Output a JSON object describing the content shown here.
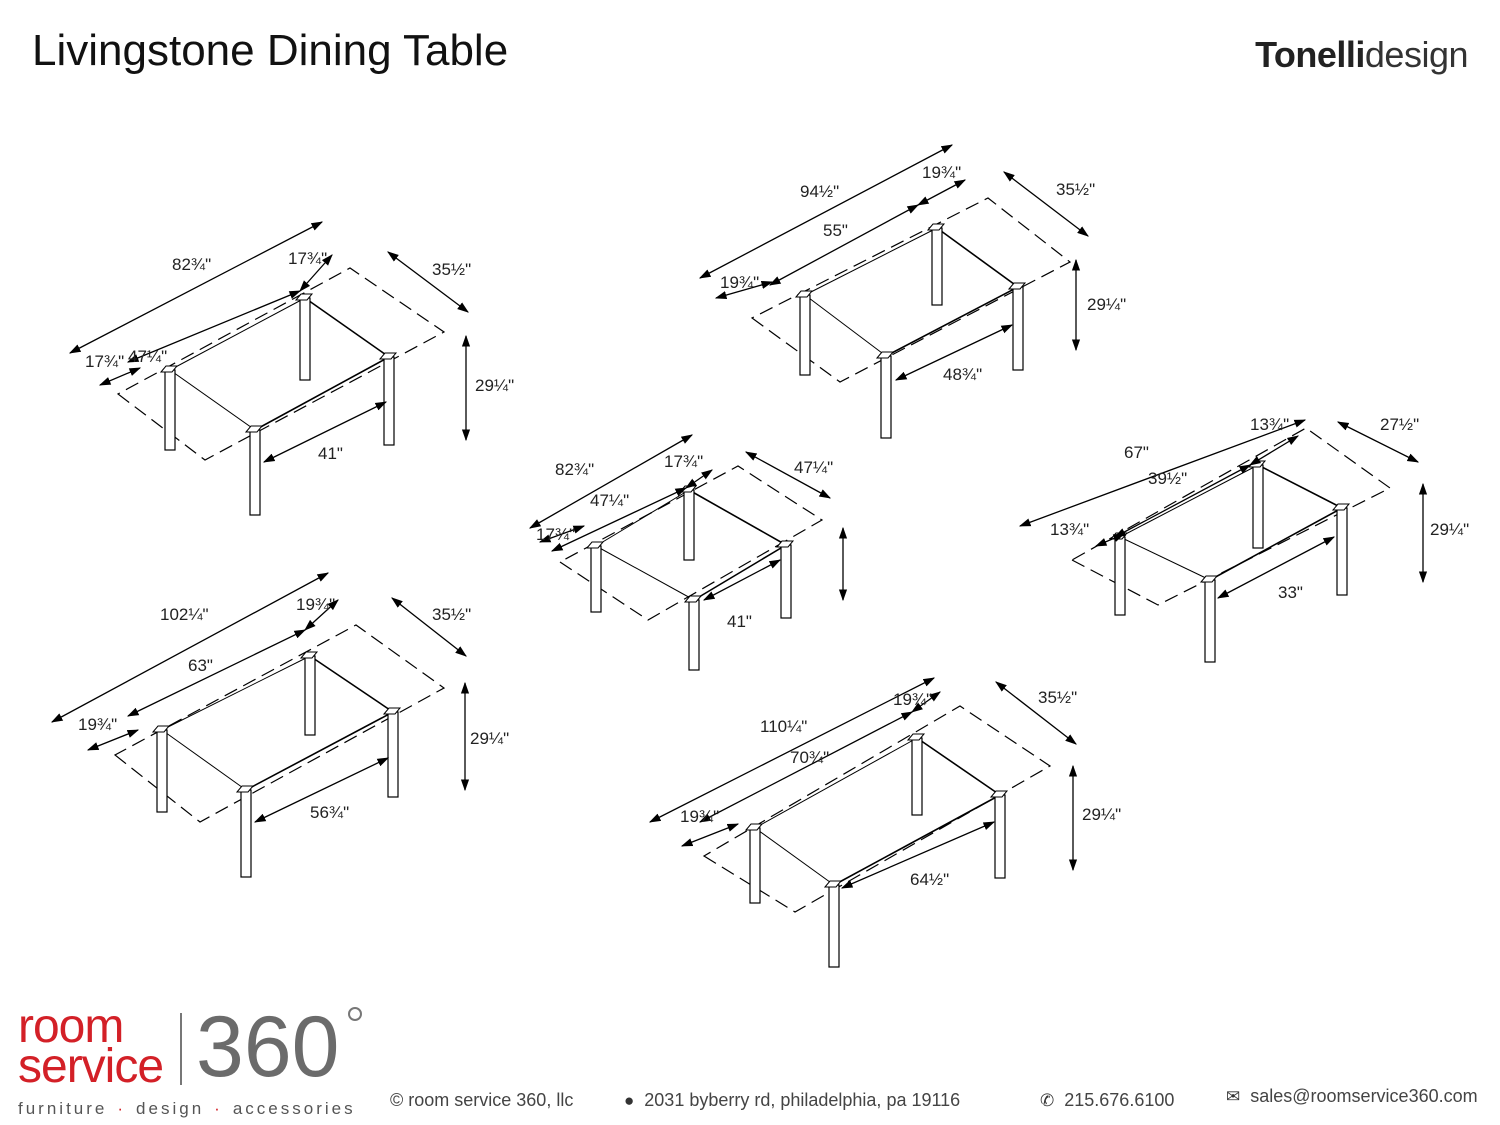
{
  "header": {
    "title": "Livingstone Dining Table",
    "brand_bold": "Tonelli",
    "brand_light": "design"
  },
  "diagrams": [
    {
      "id": "a",
      "overall_length": "82¾\"",
      "extension_right": "17¾\"",
      "middle_length": "47¼\"",
      "extension_left": "17¾\"",
      "depth": "35½\"",
      "height": "29¼\"",
      "leg_spacing": "41\""
    },
    {
      "id": "b",
      "overall_length": "94½\"",
      "extension_right": "19¾\"",
      "middle_length": "55\"",
      "extension_left": "19¾\"",
      "depth": "35½\"",
      "height": "29¼\"",
      "leg_spacing": "48¾\""
    },
    {
      "id": "c",
      "overall_length": "82¾\"",
      "extension_right": "17¾\"",
      "middle_length": "47¼\"",
      "extension_left": "17¾\"",
      "depth": "47¼\"",
      "height": "",
      "leg_spacing": "41\""
    },
    {
      "id": "d",
      "overall_length": "67\"",
      "extension_right": "13¾\"",
      "middle_length": "39½\"",
      "extension_left": "13¾\"",
      "depth": "27½\"",
      "height": "29¼\"",
      "leg_spacing": "33\""
    },
    {
      "id": "e",
      "overall_length": "102¼\"",
      "extension_right": "19¾\"",
      "middle_length": "63\"",
      "extension_left": "19¾\"",
      "depth": "35½\"",
      "height": "29¼\"",
      "leg_spacing": "56¾\""
    },
    {
      "id": "f",
      "overall_length": "110¼\"",
      "extension_right": "19¾\"",
      "middle_length": "70¾\"",
      "extension_left": "19¾\"",
      "depth": "35½\"",
      "height": "29¼\"",
      "leg_spacing": "64½\""
    }
  ],
  "footer": {
    "logo_room": "room",
    "logo_service": "service",
    "logo_360": "360",
    "tagline": [
      "furniture",
      "design",
      "accessories"
    ],
    "copyright": "© room service 360, llc",
    "address": "2031 byberry rd, philadelphia, pa 19116",
    "phone": "215.676.6100",
    "email": "sales@roomservice360.com",
    "icons": [
      "map-pin-icon",
      "phone-icon",
      "envelope-icon"
    ],
    "accent_color": "#d32027",
    "gray_color": "#6b6b6b"
  }
}
